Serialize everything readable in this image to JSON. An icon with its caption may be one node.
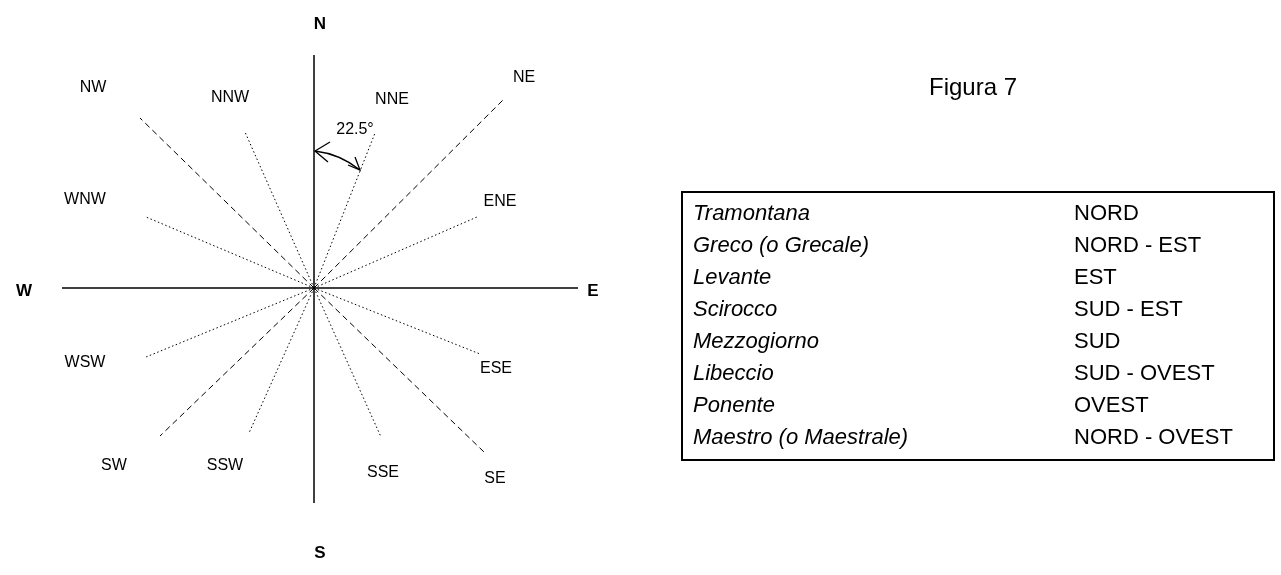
{
  "diagram": {
    "title": "Figura 7",
    "nodes": [
      {
        "text": [
          "Tramontana",
          "NORD",
          "Greco (o Grecale)",
          "NORD - EST",
          "Levante",
          "EST",
          "Scirocco",
          "SUD - EST",
          "Mezzogiorno",
          "SUD",
          "Libeccio",
          "SUD - OVEST",
          "Ponente",
          "OVEST",
          "Maestro (o Maestrale)",
          "NORD - OVEST"
        ]
      }
    ],
    "labels": [
      "N",
      "NW",
      "NNW",
      "NNE",
      "NE",
      "22.5°",
      "WNW",
      "ENE",
      "W",
      "E",
      "WSW",
      "ESE",
      "SW",
      "SSW",
      "SSE",
      "SE",
      "S"
    ]
  }
}
